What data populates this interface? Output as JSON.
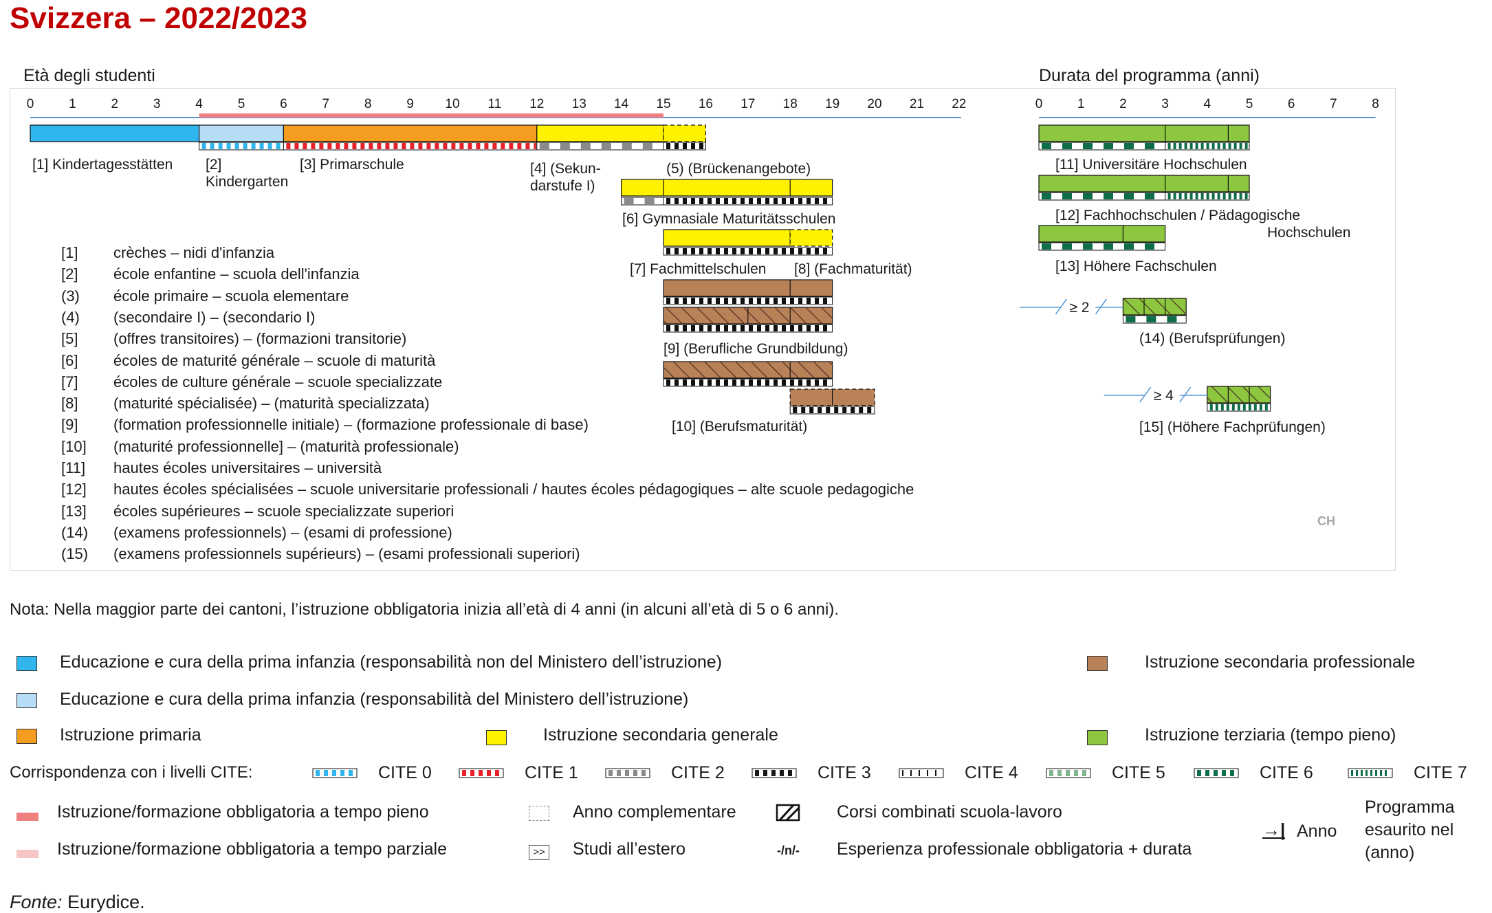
{
  "title": "Svizzera – 2022/2023",
  "age_axis": {
    "label": "Età degli studenti",
    "ticks": [
      "0",
      "1",
      "2",
      "3",
      "4",
      "5",
      "6",
      "7",
      "8",
      "9",
      "10",
      "11",
      "12",
      "13",
      "14",
      "15",
      "16",
      "17",
      "18",
      "19",
      "20",
      "21",
      "22"
    ]
  },
  "duration_axis": {
    "label": "Durata del programma (anni)",
    "ticks": [
      "0",
      "1",
      "2",
      "3",
      "4",
      "5",
      "6",
      "7",
      "8"
    ]
  },
  "compulsory_range": [
    4,
    15
  ],
  "programmes": {
    "p1": {
      "label": "[1] Kindertagesstätten",
      "category": "ecec_non_ministry",
      "age_range": [
        0,
        4
      ]
    },
    "p2": {
      "label_line1": "[2]",
      "label_line2": "Kindergarten",
      "category": "ecec_ministry",
      "age_range": [
        4,
        6
      ]
    },
    "p3": {
      "label": "[3] Primarschule",
      "category": "primary",
      "age_range": [
        6,
        12
      ]
    },
    "p4": {
      "label_line1": "[4] (Sekun-",
      "label_line2": "darstufe I)",
      "category": "general_secondary",
      "age_range": [
        12,
        15
      ]
    },
    "p5": {
      "label": "(5) (Brückenangebote)",
      "category": "general_secondary",
      "age_range": [
        15,
        16
      ],
      "complementary_year": true
    },
    "p6": {
      "label": "[6] Gymnasiale Maturitätsschulen",
      "category": "general_secondary",
      "age_range": [
        14,
        19
      ]
    },
    "p7": {
      "label": "[7] Fachmittelschulen",
      "category": "general_secondary",
      "age_range": [
        15,
        18
      ]
    },
    "p8": {
      "label": "[8] (Fachmaturität)",
      "category": "general_secondary",
      "age_range": [
        18,
        19
      ],
      "complementary_year": true
    },
    "p9": {
      "label": "[9] (Berufliche Grundbildung)",
      "category": "vocational_secondary",
      "age_range": [
        15,
        19
      ],
      "school_work_based": true
    },
    "p10": {
      "label": "[10] (Berufsmaturität)",
      "category": "vocational_secondary",
      "age_range": [
        15,
        21
      ],
      "school_work_based": true
    },
    "p11": {
      "label": "[11] Universitäre Hochschulen",
      "category": "tertiary",
      "duration_range": [
        0,
        5
      ]
    },
    "p12": {
      "label_line1": "[12] Fachhochschulen / Pädagogische",
      "label_line2": "Hochschulen",
      "category": "tertiary",
      "duration_range": [
        0,
        5
      ]
    },
    "p13": {
      "label": "[13] Höhere Fachschulen",
      "category": "tertiary",
      "duration_range": [
        0,
        3
      ]
    },
    "p14": {
      "label": "(14) (Berufsprüfungen)",
      "category": "tertiary",
      "duration_range": [
        2,
        3.5
      ],
      "experience": "≥ 2",
      "school_work_based": true
    },
    "p15": {
      "label": "[15] (Höhere Fachprüfungen)",
      "category": "tertiary",
      "duration_range": [
        4,
        5.5
      ],
      "experience": "≥ 4",
      "school_work_based": true
    }
  },
  "glossary": [
    {
      "num": "[1]",
      "text": "crèches – nidi d'infanzia"
    },
    {
      "num": "[2]",
      "text": "école enfantine – scuola dell'infanzia"
    },
    {
      "num": "(3)",
      "text": "école primaire – scuola elementare"
    },
    {
      "num": "(4)",
      "text": "(secondaire I)  –  (secondario I)"
    },
    {
      "num": "[5]",
      "text": "(offres transitoires) – (formazioni transitorie)"
    },
    {
      "num": "[6]",
      "text": "écoles de maturité générale – scuole di maturità"
    },
    {
      "num": "[7]",
      "text": "écoles de culture générale – scuole specializzate"
    },
    {
      "num": "[8]",
      "text": "(maturité spécialisée) – (maturità specializzata)"
    },
    {
      "num": "[9]",
      "text": "(formation professionnelle initiale) – (formazione professionale di base)"
    },
    {
      "num": "[10]",
      "text": "(maturité professionnelle] –  (maturità professionale)"
    },
    {
      "num": "[11]",
      "text": "hautes écoles universitaires – università"
    },
    {
      "num": "[12]",
      "text": "hautes écoles spécialisées – scuole universitarie professionali / hautes écoles pédagogiques –  alte scuole pedagogiche"
    },
    {
      "num": "[13]",
      "text": "écoles supérieures – scuole specializzate superiori"
    },
    {
      "num": "(14)",
      "text": "(examens professionnels) – (esami di professione)"
    },
    {
      "num": "(15)",
      "text": "(examens professionnels supérieurs) – (esami professionali superiori)"
    }
  ],
  "country_code": "CH",
  "note": "Nota:  Nella maggior parte dei cantoni, l’istruzione obbligatoria inizia all’età di 4 anni (in alcuni all’età di 5 o 6 anni).",
  "colors": {
    "ecec_non_ministry": "#2fb6ec",
    "ecec_ministry": "#b7dcf5",
    "primary": "#f59d20",
    "general_secondary": "#fff200",
    "vocational_secondary": "#b98158",
    "tertiary": "#8dc63f",
    "compulsory_full": "#f08080",
    "compulsory_part": "#f7c6c6",
    "axis": "#5b9bd5"
  },
  "legend": {
    "categories": [
      {
        "key": "ecec_non_ministry",
        "label": "Educazione e cura della prima infanzia (responsabilità non del Ministero dell’istruzione)"
      },
      {
        "key": "vocational_secondary",
        "label": "Istruzione secondaria professionale"
      },
      {
        "key": "ecec_ministry",
        "label": "Educazione e cura della prima infanzia (responsabilità del Ministero dell’istruzione)"
      },
      {
        "key": "primary",
        "label": "Istruzione primaria"
      },
      {
        "key": "general_secondary",
        "label": "Istruzione secondaria generale"
      },
      {
        "key": "tertiary",
        "label": "Istruzione terziaria (tempo pieno)"
      }
    ],
    "isced_title": "Corrispondenza con i livelli CITE:",
    "isced": [
      {
        "label": "CITE 0",
        "color": "#2fb6ec"
      },
      {
        "label": "CITE 1",
        "color": "#e8202a"
      },
      {
        "label": "CITE 2",
        "color": "#8a8a8a"
      },
      {
        "label": "CITE 3",
        "color": "#1a1a1a"
      },
      {
        "label": "CITE 4",
        "color": "#ffffff"
      },
      {
        "label": "CITE 5",
        "color": "#7fb58a"
      },
      {
        "label": "CITE 6",
        "color": "#0d6e48"
      },
      {
        "label": "CITE 7",
        "color": "#0d6e48"
      }
    ],
    "compulsory_full": "Istruzione/formazione obbligatoria a tempo pieno",
    "compulsory_part": "Istruzione/formazione obbligatoria a tempo parziale",
    "complementary_year": "Anno complementare",
    "study_abroad": "Studi all’estero",
    "combined": "Corsi combinati scuola-lavoro",
    "experience": "Esperienza professionale obbligatoria + durata",
    "experience_symbol": "-/n/-",
    "abroad_symbol": ">>",
    "year": "Anno",
    "programme_ended": [
      "Programma",
      "esaurito nel",
      "(anno)"
    ]
  },
  "source_label": "Fonte:",
  "source": " Eurydice."
}
